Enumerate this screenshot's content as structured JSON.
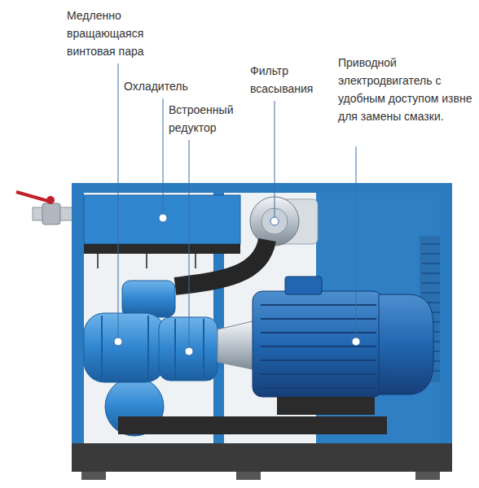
{
  "diagram": {
    "labels": [
      "Медленно вращающаяся винтовая пара",
      "Охладитель",
      "Встроенный редуктор",
      "Фильтр всасывания",
      "Приводной электродвигатель с удобным доступом извне для замены смазки."
    ]
  }
}
